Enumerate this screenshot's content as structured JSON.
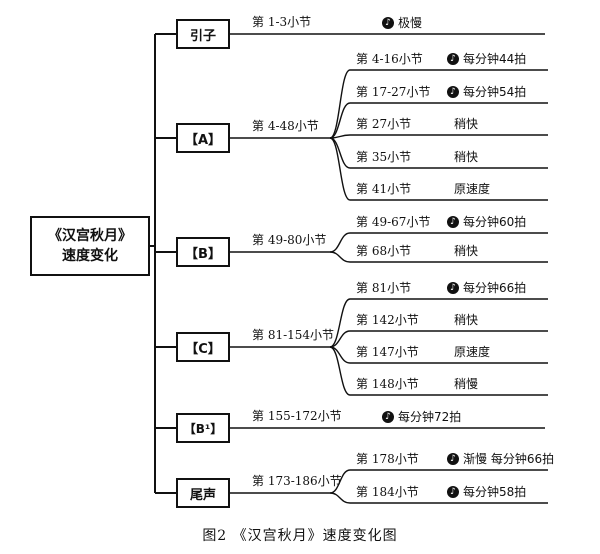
{
  "root": {
    "line1": "《汉宫秋月》",
    "line2": "速度变化"
  },
  "sections": [
    {
      "box": "引子",
      "range": "第 1-3小节",
      "note": "极慢",
      "children": []
    },
    {
      "box": "【A】",
      "range": "第 4-48小节",
      "children": [
        {
          "label": "第 4-16小节",
          "tempo": "每分钟44拍",
          "icon": true
        },
        {
          "label": "第 17-27小节",
          "tempo": "每分钟54拍",
          "icon": true
        },
        {
          "label": "第 27小节",
          "tempo": "稍快",
          "icon": false
        },
        {
          "label": "第 35小节",
          "tempo": "稍快",
          "icon": false
        },
        {
          "label": "第 41小节",
          "tempo": "原速度",
          "icon": false
        }
      ]
    },
    {
      "box": "【B】",
      "range": "第 49-80小节",
      "children": [
        {
          "label": "第 49-67小节",
          "tempo": "每分钟60拍",
          "icon": true
        },
        {
          "label": "第 68小节",
          "tempo": "稍快",
          "icon": false
        }
      ]
    },
    {
      "box": "【C】",
      "range": "第 81-154小节",
      "children": [
        {
          "label": "第 81小节",
          "tempo": "每分钟66拍",
          "icon": true
        },
        {
          "label": "第 142小节",
          "tempo": "稍快",
          "icon": false
        },
        {
          "label": "第 147小节",
          "tempo": "原速度",
          "icon": false
        },
        {
          "label": "第 148小节",
          "tempo": "稍慢",
          "icon": false
        }
      ]
    },
    {
      "box": "【B¹】",
      "range": "第 155-172小节",
      "note": "每分钟72拍",
      "children": []
    },
    {
      "box": "尾声",
      "range": "第 173-186小节",
      "children": [
        {
          "label": "第 178小节",
          "tempo": "渐慢 每分钟66拍",
          "icon": true
        },
        {
          "label": "第 184小节",
          "tempo": "每分钟58拍",
          "icon": true
        }
      ]
    }
  ],
  "caption": "图2 《汉宫秋月》速度变化图",
  "icon_name": "music-note-icon"
}
